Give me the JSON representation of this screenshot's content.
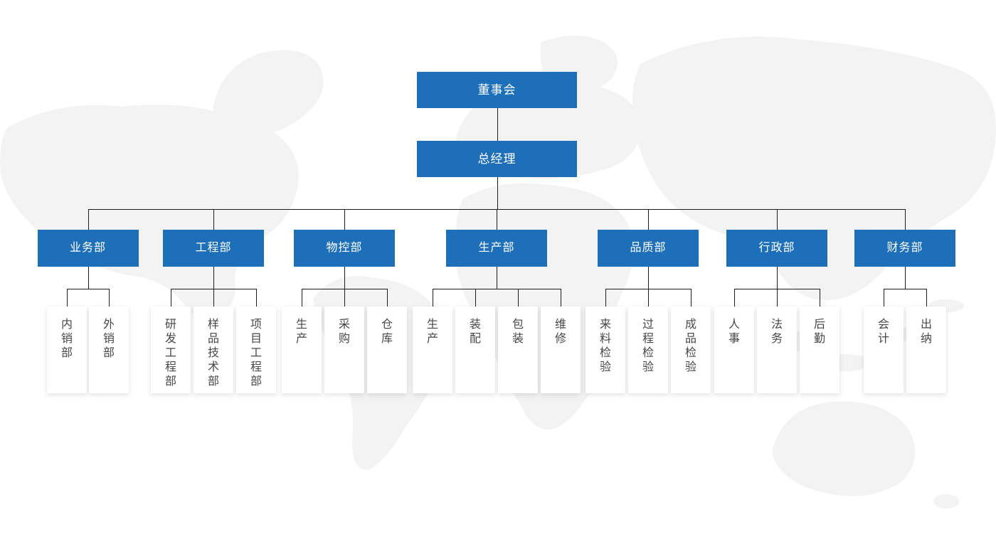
{
  "colors": {
    "accent": "#1e6fba",
    "line": "#1c1c1c",
    "leaf_text": "#474747",
    "background": "#ffffff",
    "map": "#f3f3f3"
  },
  "org": {
    "board_label": "董事会",
    "general_manager_label": "总经理",
    "departments": [
      {
        "label": "业务部",
        "children": [
          "内销部",
          "外销部"
        ]
      },
      {
        "label": "工程部",
        "children": [
          "研发工程部",
          "样品技术部",
          "项目工程部"
        ]
      },
      {
        "label": "物控部",
        "children": [
          "生产",
          "采购",
          "仓库"
        ]
      },
      {
        "label": "生产部",
        "children": [
          "生产",
          "装配",
          "包装",
          "维修"
        ]
      },
      {
        "label": "品质部",
        "children": [
          "来料检验",
          "过程检验",
          "成品检验"
        ]
      },
      {
        "label": "行政部",
        "children": [
          "人事",
          "法务",
          "后勤"
        ]
      },
      {
        "label": "财务部",
        "children": [
          "会计",
          "出纳"
        ]
      }
    ]
  }
}
